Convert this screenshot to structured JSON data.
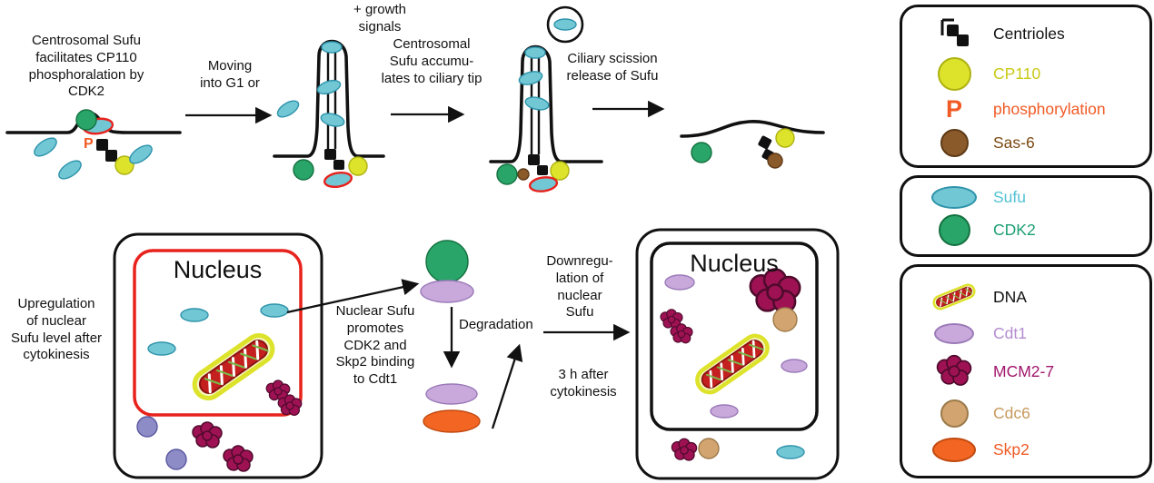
{
  "colors": {
    "outline": "#111111",
    "sufu": "#72c7d4",
    "sufu_stroke": "#2e93ab",
    "cdk2": "#29a56a",
    "cdk2_stroke": "#14713f",
    "cp110": "#dde22b",
    "cp110_stroke": "#aeb212",
    "phos": "#f15a24",
    "sas6": "#8b5a2b",
    "sas6_stroke": "#5e3a16",
    "cdt1": "#c9a8dc",
    "cdt1_stroke": "#9a7ab8",
    "mcm": "#9e1254",
    "mcm_stroke": "#4f0a2c",
    "cdc6": "#d2a46f",
    "cdc6_stroke": "#9c7a4a",
    "skp2": "#f26522",
    "skp2_stroke": "#c14a10",
    "nucleus_red": "#e8221c",
    "blue_cell": "#8e8cc6",
    "blue_cell_stroke": "#5a58a0",
    "dna_red": "#c42020",
    "dna_glow": "#dde22b"
  },
  "icons": {
    "p_symbol": "P"
  },
  "top_row": {
    "step1_label": "Centrosomal Sufu\nfacilitates CP110\nphosphoralation by\nCDK2",
    "arrow1_label": "Moving\ninto G1 or",
    "growth_signals_label": "+ growth\nsignals",
    "arrow2_label": "Centrosomal\nSufu accumu-\nlates to ciliary tip",
    "arrow3_label": "Ciliary scission\nrelease of Sufu"
  },
  "bottom_row": {
    "upregulation_label": "Upregulation\nof nuclear\nSufu level after\ncytokinesis",
    "nucleus1_label": "Nucleus",
    "promote_label": "Nuclear Sufu\npromotes\nCDK2 and\nSkp2 binding\nto Cdt1",
    "degradation_label": "Degradation",
    "downregulation_label": "Downregu-\nlation of\nnuclear\nSufu",
    "time_label": "3 h after\ncytokinesis",
    "nucleus2_label": "Nucleus"
  },
  "legend": {
    "panel1": {
      "items": [
        {
          "label": "Centrioles",
          "color": "#111111"
        },
        {
          "label": "CP110",
          "color": "#c9c914"
        },
        {
          "label": "phosphorylation",
          "color": "#f15a24"
        },
        {
          "label": "Sas-6",
          "color": "#7b4a12"
        }
      ]
    },
    "panel2": {
      "items": [
        {
          "label": "Sufu",
          "color": "#54c2d4"
        },
        {
          "label": "CDK2",
          "color": "#1c9e72"
        }
      ]
    },
    "panel3": {
      "items": [
        {
          "label": "DNA",
          "color": "#111111"
        },
        {
          "label": "Cdt1",
          "color": "#b48cd0"
        },
        {
          "label": "MCM2-7",
          "color": "#a1156b"
        },
        {
          "label": "Cdc6",
          "color": "#c79a5e"
        },
        {
          "label": "Skp2",
          "color": "#f15a24"
        }
      ]
    }
  }
}
